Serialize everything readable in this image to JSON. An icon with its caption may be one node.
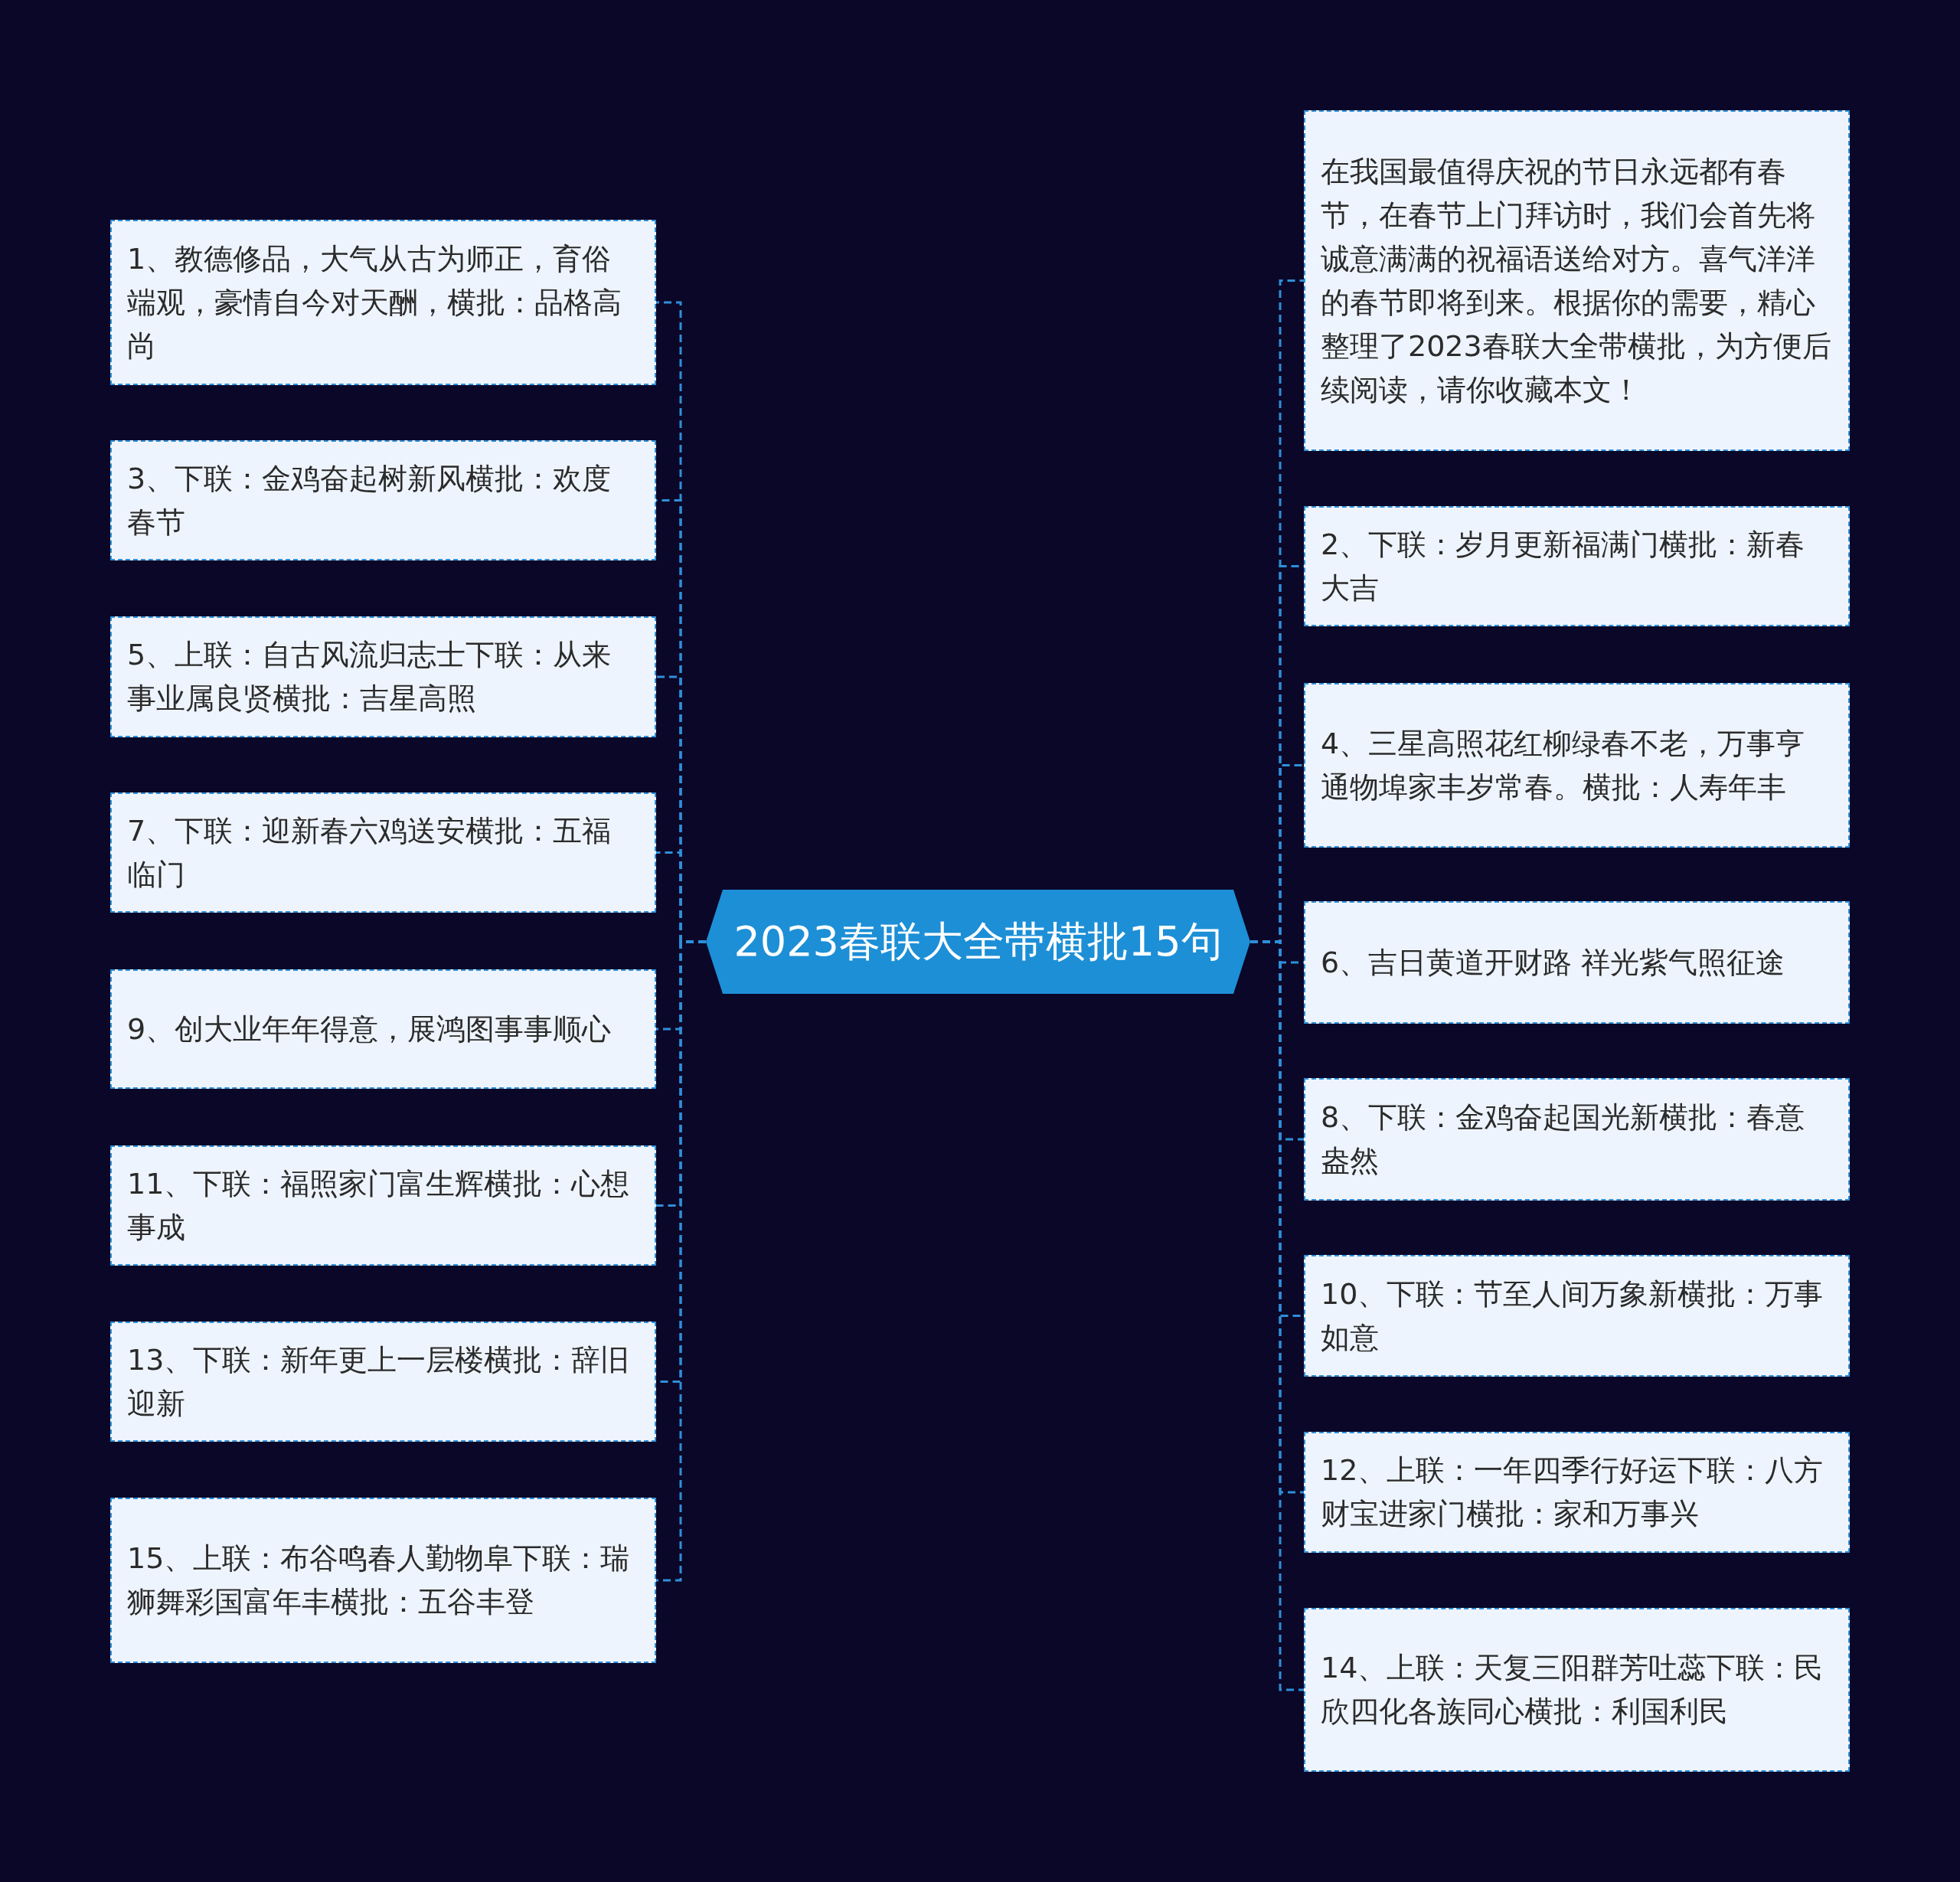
{
  "diagram": {
    "nodes": [
      {
        "text": [
          "2023春联大全带横批15句"
        ]
      },
      {
        "text": [
          "1、教德修品，大气从古为师正，育俗端观，豪情自今对天酬，横批：品格高尚"
        ]
      },
      {
        "text": [
          "3、下联：金鸡奋起树新风横批：欢度春节"
        ]
      },
      {
        "text": [
          "5、上联：自古风流归志士下联：从来事业属良贤横批：吉星高照"
        ]
      },
      {
        "text": [
          "7、下联：迎新春六鸡送安横批：五福临门"
        ]
      },
      {
        "text": [
          "9、创大业年年得意，展鸿图事事顺心"
        ]
      },
      {
        "text": [
          "11、下联：福照家门富生辉横批：心想事成"
        ]
      },
      {
        "text": [
          "13、下联：新年更上一层楼横批：辞旧迎新"
        ]
      },
      {
        "text": [
          "15、上联：布谷鸣春人勤物阜下联：瑞狮舞彩国富年丰横批：五谷丰登"
        ]
      },
      {
        "text": [
          "在我国最值得庆祝的节日永远都有春节，在春节上门拜访时，我们会首先将诚意满满的祝福语送给对方。喜气洋洋的春节即将到来。根据你的需要，精心整理了2023春联大全带横批，为方便后续阅读，请你收藏本文！"
        ]
      },
      {
        "text": [
          "2、下联：岁月更新福满门横批：新春大吉"
        ]
      },
      {
        "text": [
          "4、三星高照花红柳绿春不老，万事亨通物埠家丰岁常春。横批：人寿年丰"
        ]
      },
      {
        "text": [
          "6、吉日黄道开财路 祥光紫气照征途"
        ]
      },
      {
        "text": [
          "8、下联：金鸡奋起国光新横批：春意盎然"
        ]
      },
      {
        "text": [
          "10、下联：节至人间万象新横批：万事如意"
        ]
      },
      {
        "text": [
          "12、上联：一年四季行好运下联：八方财宝进家门横批：家和万事兴"
        ]
      },
      {
        "text": [
          "14、上联：天复三阳群芳吐蕊下联：民欣四化各族同心横批：利国利民"
        ]
      }
    ],
    "edges": [
      {
        "from": 0,
        "to": 1,
        "arrow": "none",
        "style": "dashed"
      },
      {
        "from": 0,
        "to": 2,
        "arrow": "none",
        "style": "dashed"
      },
      {
        "from": 0,
        "to": 3,
        "arrow": "none",
        "style": "dashed"
      },
      {
        "from": 0,
        "to": 4,
        "arrow": "none",
        "style": "dashed"
      },
      {
        "from": 0,
        "to": 5,
        "arrow": "none",
        "style": "dashed"
      },
      {
        "from": 0,
        "to": 6,
        "arrow": "none",
        "style": "dashed"
      },
      {
        "from": 0,
        "to": 7,
        "arrow": "none",
        "style": "dashed"
      },
      {
        "from": 0,
        "to": 8,
        "arrow": "none",
        "style": "dashed"
      },
      {
        "from": 0,
        "to": 9,
        "arrow": "none",
        "style": "dashed"
      },
      {
        "from": 0,
        "to": 10,
        "arrow": "none",
        "style": "dashed"
      },
      {
        "from": 0,
        "to": 11,
        "arrow": "none",
        "style": "dashed"
      },
      {
        "from": 0,
        "to": 12,
        "arrow": "none",
        "style": "dashed"
      },
      {
        "from": 0,
        "to": 13,
        "arrow": "none",
        "style": "dashed"
      },
      {
        "from": 0,
        "to": 14,
        "arrow": "none",
        "style": "dashed"
      },
      {
        "from": 0,
        "to": 15,
        "arrow": "none",
        "style": "dashed"
      },
      {
        "from": 0,
        "to": 16,
        "arrow": "none",
        "style": "dashed"
      }
    ]
  }
}
